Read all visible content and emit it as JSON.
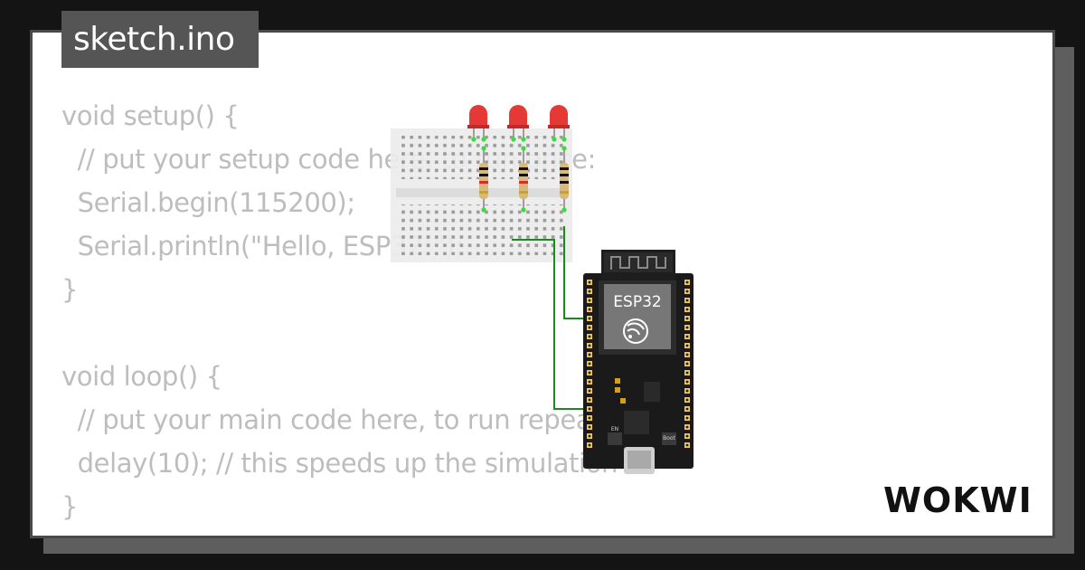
{
  "editor": {
    "filename": "sketch.ino",
    "code_lines": [
      "void setup() {",
      "  // put your setup code here, to run once:",
      "  Serial.begin(115200);",
      "  Serial.println(\"Hello, ESP32!\");",
      "}",
      "",
      "void loop() {",
      "  // put your main code here, to run repeatedly:",
      "  delay(10); // this speeds up the simulation",
      "}"
    ]
  },
  "board": {
    "chip_label": "ESP32",
    "boot_label": "Boot",
    "en_label": "EN"
  },
  "brand": {
    "logo_text": "WOKWI"
  },
  "colors": {
    "background": "#141414",
    "card": "#ffffff",
    "code_text": "#bdbdbd",
    "tab": "#555555",
    "wire": "#1b8a1b",
    "led": "#e53935",
    "board": "#1a1a1a",
    "pin": "#f2c94c"
  }
}
